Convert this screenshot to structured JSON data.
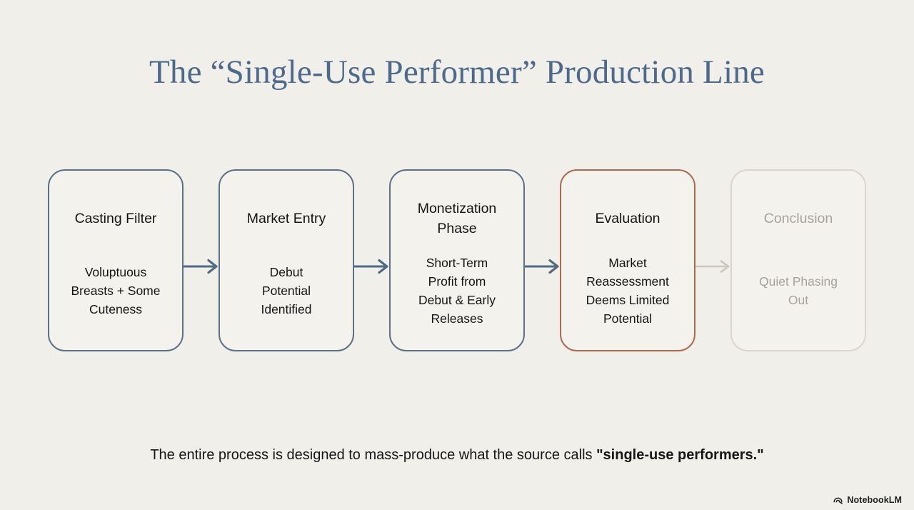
{
  "slide": {
    "title": "The “Single-Use Performer” Production Line",
    "caption": {
      "regular": "The entire process is designed to mass-produce what the source calls ",
      "bold": "\"single-use performers.\""
    },
    "watermark": "NotebookLM"
  },
  "flow": {
    "steps": [
      {
        "title": "Casting Filter",
        "body": "Voluptuous\nBreasts + Some\nCuteness",
        "state": "default"
      },
      {
        "title": "Market Entry",
        "body": "Debut\nPotential\nIdentified",
        "state": "default"
      },
      {
        "title": "Monetization\nPhase",
        "body": "Short-Term\nProfit from\nDebut & Early\nReleases",
        "state": "default"
      },
      {
        "title": "Evaluation",
        "body": "Market\nReassessment\nDeems Limited\nPotential",
        "state": "highlight"
      },
      {
        "title": "Conclusion",
        "body": "Quiet Phasing\nOut",
        "state": "muted"
      }
    ]
  },
  "colors": {
    "background": "#f1efe9",
    "title_text": "#4d6a8b",
    "box_border_default": "#5a7188",
    "box_border_highlight": "#ad6a50",
    "box_border_muted": "#d8d6ce",
    "box_text": "#141414",
    "muted_text": "#a5a39c",
    "arrow_default": "#4f6a82",
    "arrow_muted": "#c9c7c0",
    "caption_text": "#161616"
  }
}
